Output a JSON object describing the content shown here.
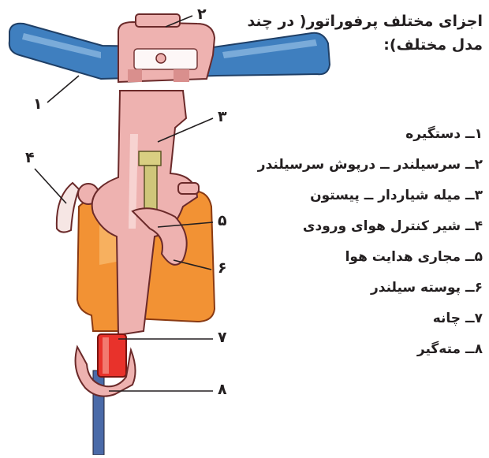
{
  "title": "اجزای مختلف پرفوراتور( در چند مدل مختلف):",
  "parts": [
    "۱ــ دستگیره",
    "۲ــ سرسیلندر ــ درپوش سرسیلندر",
    "۳ــ میله شیاردار ــ پیستون",
    "۴ــ شیر کنترل هوای ورودی",
    "۵ــ مجاری هدایت هوا",
    "۶ــ پوسته سیلندر",
    "۷ــ چانه",
    "۸ــ مته‌گیر"
  ],
  "callouts": [
    "۱",
    "۲",
    "۳",
    "۴",
    "۵",
    "۶",
    "۷",
    "۸"
  ],
  "colors": {
    "handle": "#3f7fbf",
    "body": "#eeb2b0",
    "casing": "#f29234",
    "piston": "#cfc67a",
    "chuck": "#e8322b",
    "steel": "#4a6aa8"
  }
}
